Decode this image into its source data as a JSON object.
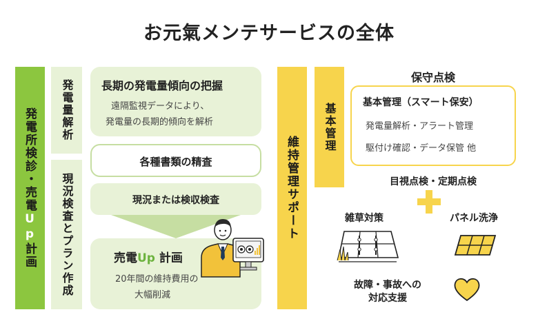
{
  "title": "お元氣メンテサービスの全体",
  "left": {
    "main_bar": {
      "pre": "発電所検診・売電",
      "up": "Up",
      "post": "計画"
    },
    "sub1": "発電量解析",
    "sub2": "現況検査とプラン作成",
    "box1": {
      "title": "長期の発電量傾向の把握",
      "line1": "遠隔監視データにより、",
      "line2": "発電量の長期的傾向を解析"
    },
    "box2": {
      "title": "各種書類の精査"
    },
    "box3": {
      "title": "現況または検収検査"
    },
    "box4": {
      "title_pre": "売電",
      "title_up": "Up",
      "title_post": " 計画",
      "line1": "20年間の維持費用の",
      "line2": "大幅削減"
    }
  },
  "right": {
    "main_bar": "維持管理サポート",
    "sub_bar": "基本管理",
    "heading": "保守点検",
    "card": {
      "title": "基本管理（スマート保安）",
      "line1": "発電量解析・アラート管理",
      "line2": "駆付け確認・データ保管 他"
    },
    "inspection": "目視点検・定期点検",
    "weed": "雑草対策",
    "panel_wash": "パネル洗浄",
    "failure": {
      "line1": "故障・事故への",
      "line2": "対応支援"
    }
  },
  "colors": {
    "green": "#8cc63f",
    "pale_green": "#e8f2d7",
    "yellow": "#f7d44c"
  }
}
